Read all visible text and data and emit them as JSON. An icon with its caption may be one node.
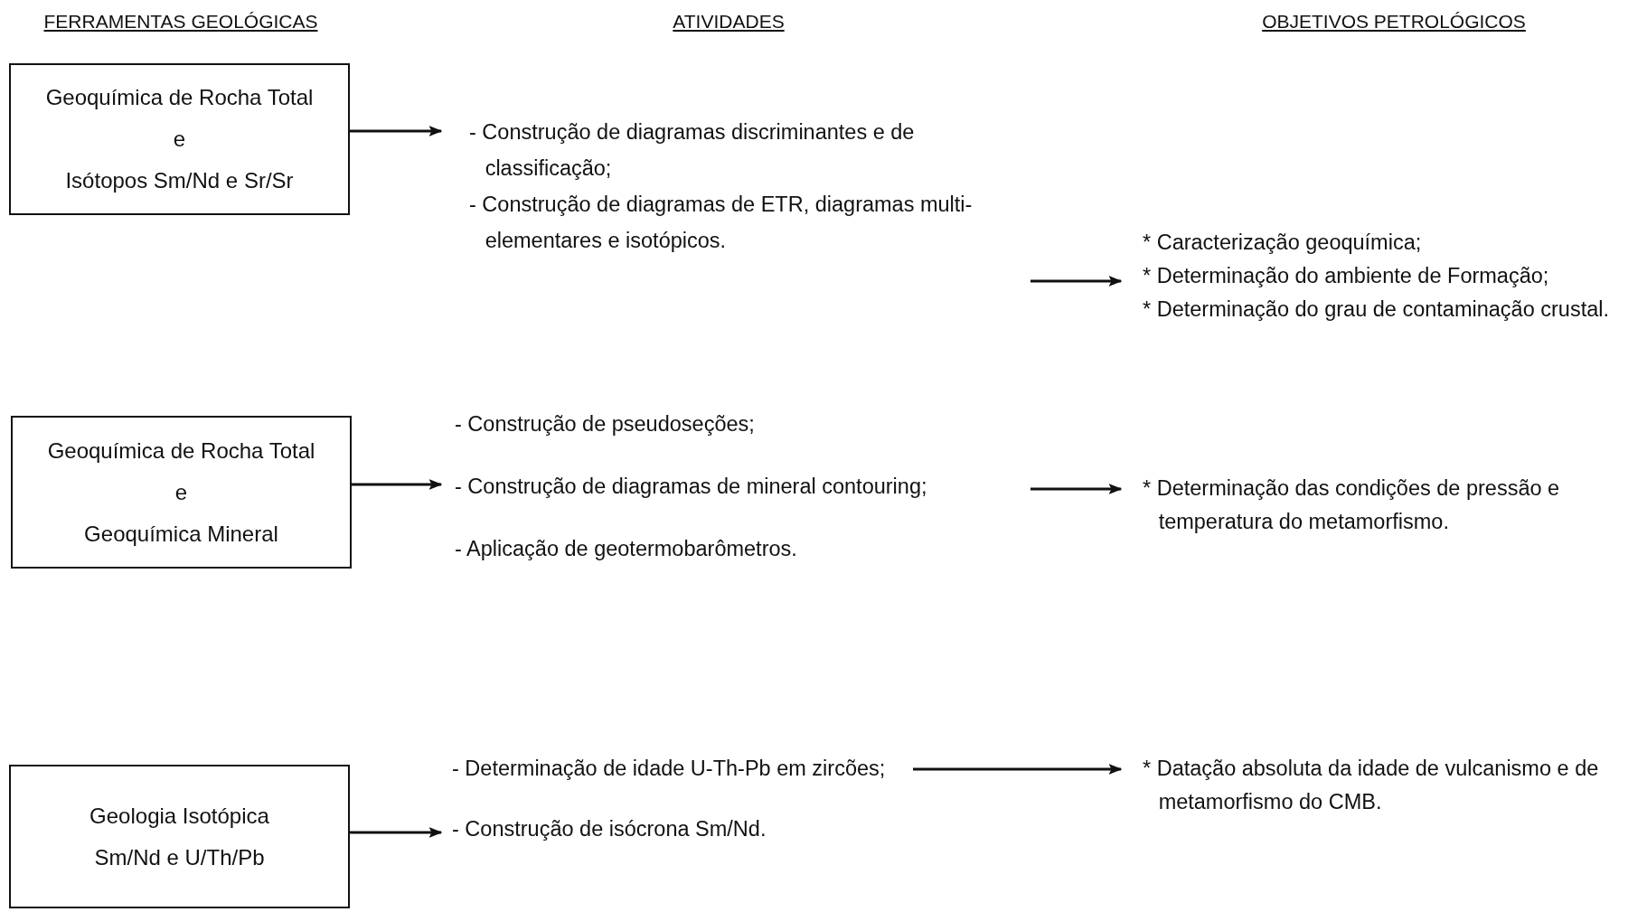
{
  "diagram": {
    "nodes": [
      {
        "text": [
          "Geoquímica de Rocha Total",
          "e",
          "Isótopos Sm/Nd e Sr/Sr"
        ]
      },
      {
        "text": [
          "- Construção de diagramas discriminantes e de classificação;",
          "- Construção de diagramas de ETR, diagramas multi-elementares e isotópicos."
        ]
      },
      {
        "text": [
          "* Caracterização geoquímica;",
          "* Determinação do ambiente de Formação;",
          "* Determinação do grau de contaminação crustal."
        ]
      },
      {
        "text": [
          "Geoquímica de Rocha Total",
          "e",
          "Geoquímica Mineral"
        ]
      },
      {
        "text": [
          "- Construção de pseudoseções;",
          "- Construção de diagramas de mineral contouring;",
          "- Aplicação de geotermobarômetros."
        ]
      },
      {
        "text": [
          "* Determinação das condições de pressão e temperatura do metamorfismo."
        ]
      },
      {
        "text": [
          "Geologia Isotópica",
          "Sm/Nd e U/Th/Pb"
        ]
      },
      {
        "text": [
          "- Determinação de idade U-Th-Pb em zircões;",
          "- Construção de isócrona Sm/Nd."
        ]
      },
      {
        "text": [
          "* Datação absoluta da idade de vulcanismo e de metamorfismo do CMB."
        ]
      }
    ],
    "edges": [
      {
        "from": 0,
        "to": 1,
        "arrow": "to"
      },
      {
        "from": 1,
        "to": 2,
        "arrow": "to"
      },
      {
        "from": 3,
        "to": 4,
        "arrow": "to"
      },
      {
        "from": 4,
        "to": 5,
        "arrow": "to"
      },
      {
        "from": 6,
        "to": 7,
        "arrow": "to"
      },
      {
        "from": 7,
        "to": 8,
        "arrow": "to"
      }
    ],
    "labels": [
      "FERRAMENTAS GEOLÓGICAS",
      "ATIVIDADES",
      "OBJETIVOS PETROLÓGICOS"
    ]
  }
}
